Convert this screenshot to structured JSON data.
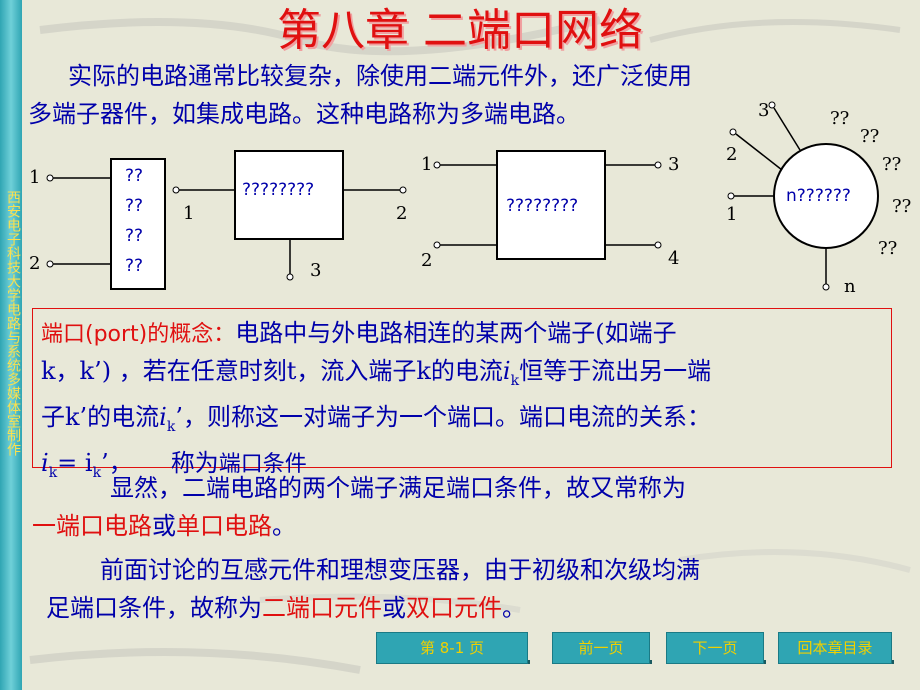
{
  "title": "第八章 二端口网络",
  "sidebar_text": "西安电子科技大学电路与系统多媒体室制作",
  "intro_line1": "实际的电路通常比较复杂，除使用二端元件外，还广泛使用",
  "intro_line2": "多端子器件，如集成电路。这种电路称为多端电路。",
  "diagram": {
    "fig1": {
      "box_lines": [
        "??",
        "??",
        "??",
        "??"
      ],
      "terminals": [
        "1",
        "2"
      ]
    },
    "fig2": {
      "box_text": "????????",
      "terminals": [
        "1",
        "2",
        "3"
      ]
    },
    "fig3": {
      "box_text": "????????",
      "terminals": [
        "1",
        "2",
        "3",
        "4"
      ]
    },
    "fig4": {
      "circle_text": "n??????",
      "terminals": [
        "1",
        "2",
        "3",
        "n"
      ],
      "marks": [
        "??",
        "??",
        "??",
        "??",
        "??"
      ]
    }
  },
  "concept": {
    "heading": "端口(port)的概念：",
    "line1_rest": "电路中与外电路相连的某两个端子(如端子",
    "line2": "k，k’) ，若在任意时刻t，流入端子k的电流",
    "i_sym": "i",
    "k_sub": "k",
    "line2_end": "恒等于流出另一端",
    "line3_a": "子k’的电流",
    "k_sub2": "k",
    "line3_b": "’，则称这一对端子为一个端口。端口电流的关系：",
    "eq_a": "i",
    "eq_sub1": "k",
    "eq_mid": "= i",
    "eq_sub2": "k",
    "eq_end": "’，",
    "called": "称为",
    "condition": "端口条件"
  },
  "para2_a": "显然，二端电路的两个端子满足端口条件，故又常称为",
  "para2_b_red1": "一端口电路",
  "para2_b_mid": "或",
  "para2_b_red2": "单口电路",
  "para2_b_end": "。",
  "para3_line1": "前面讨论的互感元件和理想变压器，由于初级和次级均满",
  "para3_a": "足端口条件，故称为",
  "para3_red1": "二端口元件",
  "para3_mid": "或",
  "para3_red2": "双口元件",
  "para3_end": "。",
  "nav": {
    "page": "第 8-1 页",
    "prev": "前一页",
    "next": "下一页",
    "toc": "回本章目录"
  }
}
